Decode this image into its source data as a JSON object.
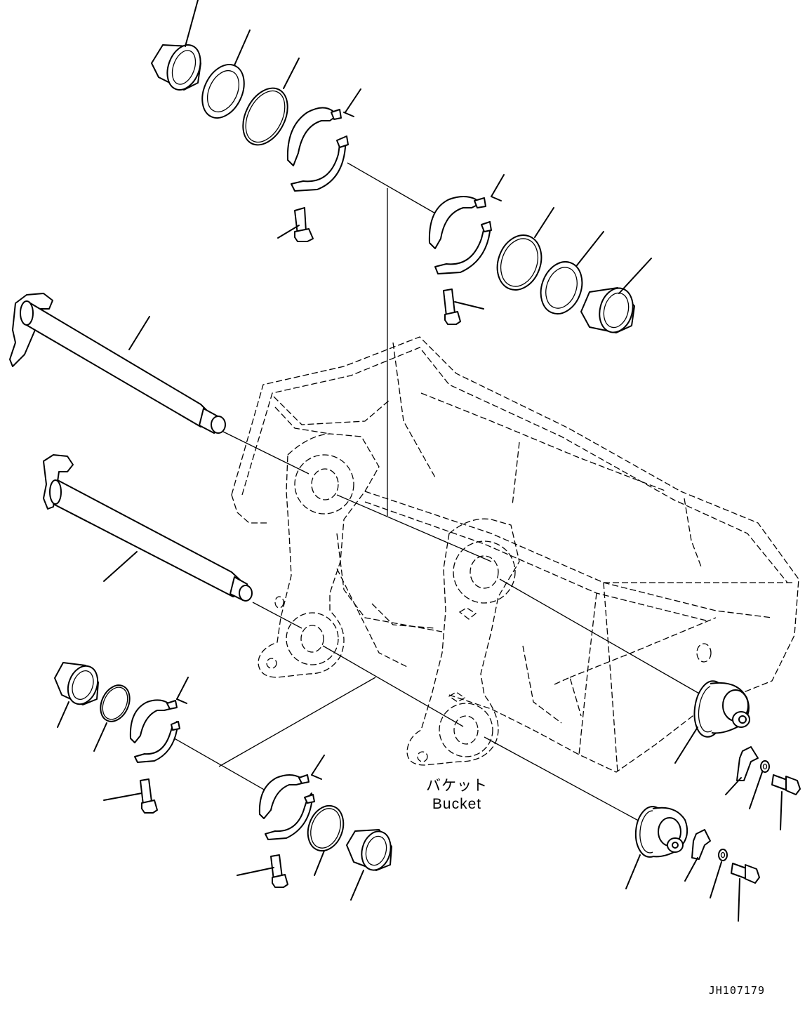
{
  "diagram": {
    "label_jp": "バケット",
    "label_en": "Bucket",
    "drawing_code": "JH107179"
  }
}
